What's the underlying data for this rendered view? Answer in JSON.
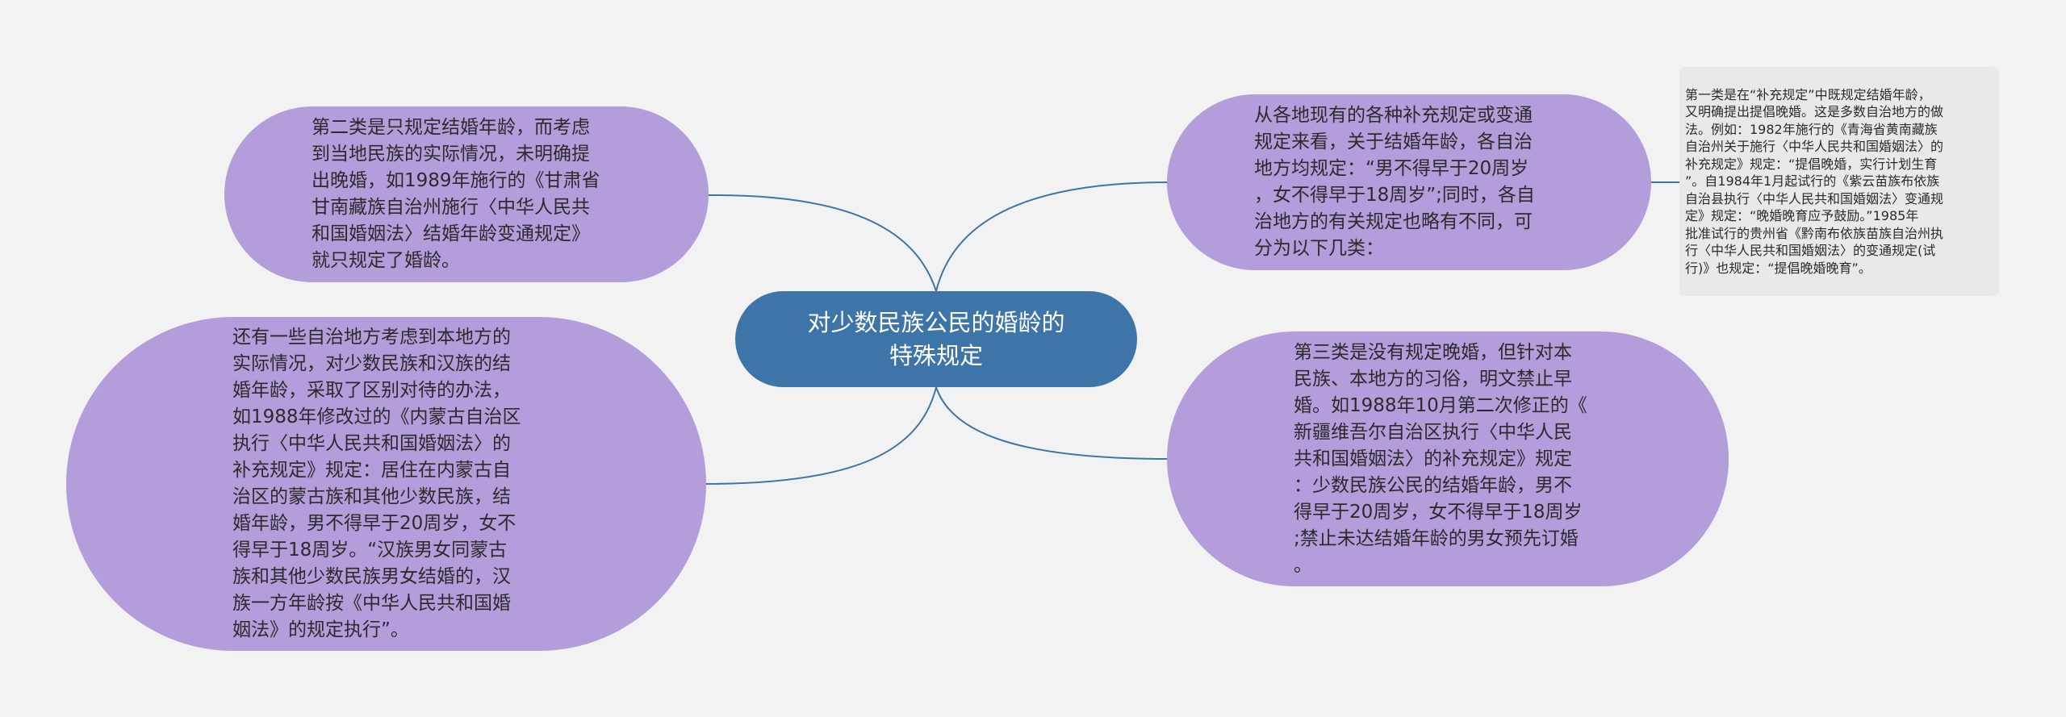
{
  "diagram": {
    "root": {
      "text": "对少数民族公民的婚龄的\n特殊规定"
    },
    "branches": [
      {
        "id": "branch-second-type",
        "text": "第二类是只规定结婚年龄，而考虑\n到当地民族的实际情况，未明确提\n出晚婚，如1989年施行的《甘肃省\n甘南藏族自治州施行〈中华人民共\n和国婚姻法〉结婚年龄变通规定》\n就只规定了婚龄。"
      },
      {
        "id": "branch-different-treatment",
        "text": "还有一些自治地方考虑到本地方的\n实际情况，对少数民族和汉族的结\n婚年龄，采取了区别对待的办法，\n如1988年修改过的《内蒙古自治区\n执行〈中华人民共和国婚姻法〉的\n补充规定》规定：居住在内蒙古自\n治区的蒙古族和其他少数民族，结\n婚年龄，男不得早于20周岁，女不\n得早于18周岁。“汉族男女同蒙古\n族和其他少数民族男女结婚的，汉\n族一方年龄按《中华人民共和国婚\n姻法》的规定执行”。"
      },
      {
        "id": "branch-supplementary-rules",
        "text": "从各地现有的各种补充规定或变通\n规定来看，关于结婚年龄，各自治\n地方均规定：“男不得早于20周岁\n，女不得早于18周岁”;同时，各自\n治地方的有关规定也略有不同，可\n分为以下几类："
      },
      {
        "id": "branch-third-type",
        "text": "第三类是没有规定晚婚，但针对本\n民族、本地方的习俗，明文禁止早\n婚。如1988年10月第二次修正的《\n新疆维吾尔自治区执行〈中华人民\n共和国婚姻法〉的补充规定》规定\n：少数民族公民的结婚年龄，男不\n得早于20周岁，女不得早于18周岁\n;禁止未达结婚年龄的男女预先订婚\n。"
      }
    ],
    "leaf": {
      "id": "leaf-first-type",
      "text": "第一类是在“补充规定”中既规定结婚年龄，\n又明确提出提倡晚婚。这是多数自治地方的做\n法。例如：1982年施行的《青海省黄南藏族\n自治州关于施行〈中华人民共和国婚姻法〉的\n补充规定》规定：“提倡晚婚，实行计划生育\n”。自1984年1月起试行的《紫云苗族布依族\n自治县执行〈中华人民共和国婚姻法〉变通规\n定》规定：“晚婚晚育应予鼓励。”1985年\n批准试行的贵州省《黔南布依族苗族自治州执\n行〈中华人民共和国婚姻法〉的变通规定(试\n行)》也规定：“提倡晚婚晚育”。"
    },
    "colors": {
      "background": "#f2f2f2",
      "root_fill": "#3d75a9",
      "branch_fill": "#b39ddb",
      "leaf_fill": "#e9e9e9",
      "edge": "#3d75a9"
    }
  }
}
